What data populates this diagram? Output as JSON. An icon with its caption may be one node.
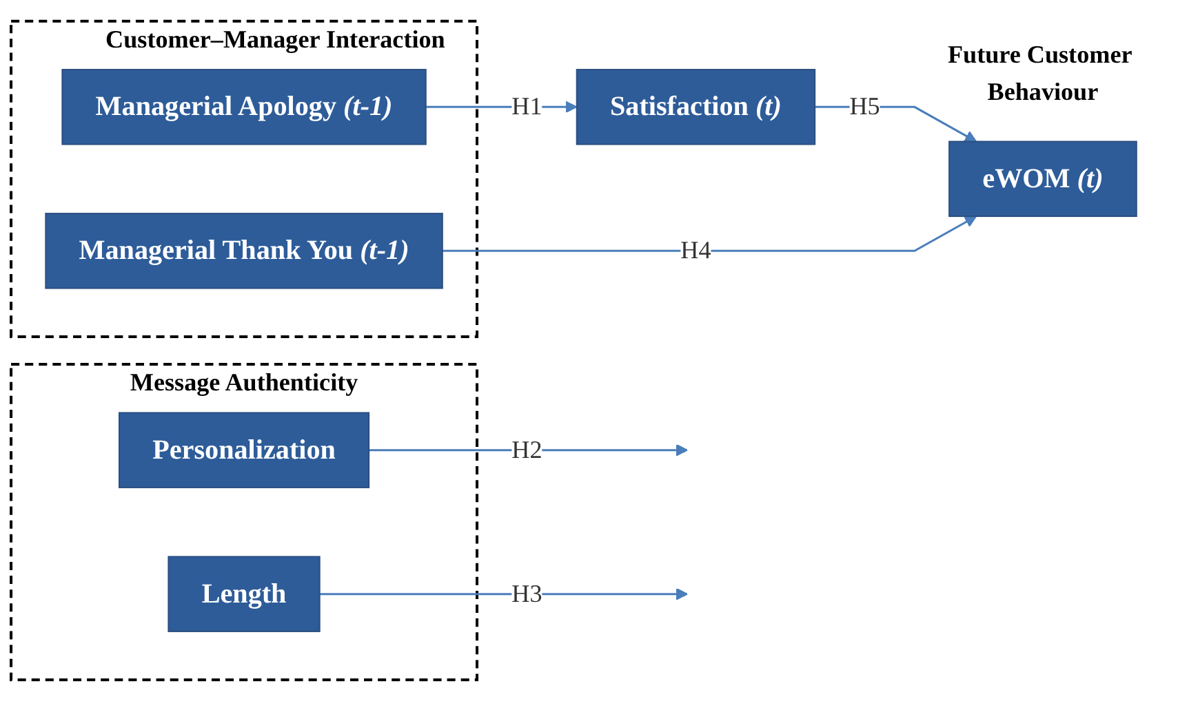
{
  "diagram": {
    "nodes": [
      {
        "text": [
          "Message Authenticity"
        ]
      },
      {
        "text": [
          "Personalization"
        ],
        "in": 0
      },
      {
        "text": [
          "Length"
        ],
        "in": 0
      },
      {
        "text": [
          "Customer–Manager Interaction"
        ]
      },
      {
        "text": [
          "Managerial Apology *(t-1)*"
        ],
        "in": 3
      },
      {
        "text": [
          "Managerial Thank You *(t-1)*"
        ],
        "in": 3
      },
      {
        "text": [
          "Satisfaction *(t)*"
        ]
      },
      {
        "text": [
          "eWOM *(t)*"
        ],
        "beside": [
          "Future Customer Behaviour"
        ]
      }
    ],
    "edges": [
      {
        "from": 4,
        "to": 6,
        "arrow": "to",
        "label": "H1"
      },
      {
        "from": 1,
        "to": null,
        "arrow": "to",
        "label": "H2"
      },
      {
        "from": 2,
        "to": null,
        "arrow": "to",
        "label": "H3"
      },
      {
        "from": 5,
        "to": 7,
        "arrow": "to",
        "label": "H4"
      },
      {
        "from": 6,
        "to": 7,
        "arrow": "to",
        "label": "H5"
      }
    ]
  }
}
